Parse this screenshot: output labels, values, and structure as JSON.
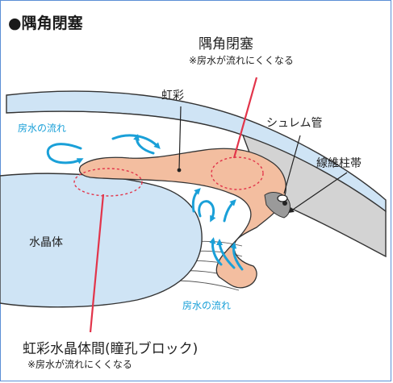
{
  "title": "●隅角閉塞",
  "labels": {
    "angle_closure": "隅角閉塞",
    "angle_note": "※房水が流れにくくなる",
    "iris": "虹彩",
    "schlemm": "シュレム管",
    "trabecular": "線維柱帯",
    "aqueous_flow_upper": "房水の流れ",
    "aqueous_flow_lower": "房水の流れ",
    "lens": "水晶体",
    "pupil_block": "虹彩水晶体間(瞳孔ブロック)",
    "pupil_note": "※房水が流れにくくなる"
  },
  "colors": {
    "frame": "#5b8fd6",
    "cornea": "#cfe4f5",
    "lens": "#cfe4f5",
    "iris": "#f3bea0",
    "sclera": "#d3d3d3",
    "pointer": "#e2344a",
    "flow_arrow": "#1aa0d8"
  }
}
